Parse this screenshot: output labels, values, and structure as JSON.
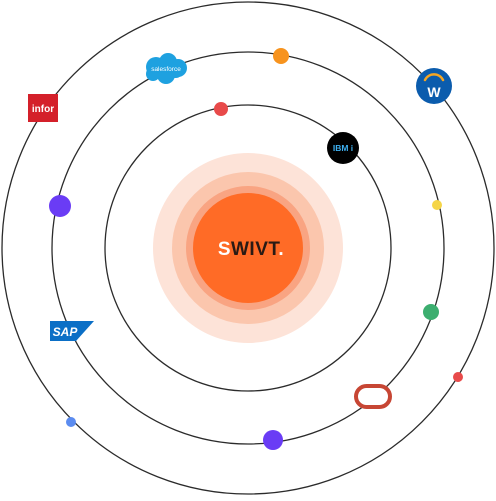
{
  "center": {
    "logo_text_s": "S",
    "logo_text_rest": "WIVT",
    "logo_dot": ".",
    "colors": {
      "outer_glow": "#fde3d8",
      "mid_glow": "#fbc6ad",
      "inner_glow": "#f9a482",
      "core": "#ff6b26",
      "logo_text": "#2a1a14",
      "logo_s": "#ffffff"
    }
  },
  "orbit_color": "#2b2b2b",
  "integrations": {
    "infor": {
      "label": "infor",
      "color": "#d4202a"
    },
    "salesforce": {
      "label": "salesforce",
      "color": "#1ea1e0"
    },
    "workday": {
      "label": "W",
      "ring_color": "#f5a623",
      "color": "#0b5cad"
    },
    "ibm_i": {
      "label": "IBM i",
      "color": "#000000",
      "text_color": "#3fb0f0"
    },
    "sap": {
      "label": "SAP",
      "color": "#0b6fc6"
    },
    "oracle": {
      "label": "",
      "color": "#c74634"
    }
  },
  "dots": {
    "orange": "#f7931e",
    "red": "#e84a4a",
    "purple": "#6a3cf5",
    "yellow": "#f5d547",
    "green": "#3cae6f",
    "blue": "#5b8cf0"
  }
}
